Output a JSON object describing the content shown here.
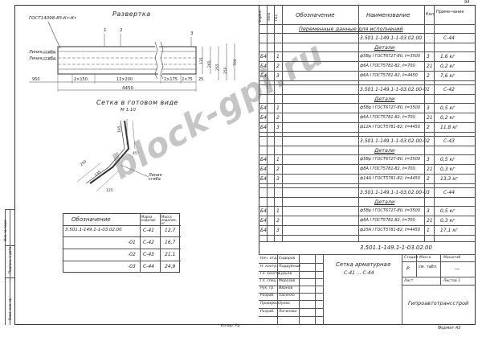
{
  "page_number": "94",
  "drawing_a": {
    "title": "Развертка",
    "standard": "ГОСТ14098-85-Кт-Кт",
    "weld_line_1": "Линия сгиба",
    "weld_line_2": "Линия сгиба",
    "markers": [
      "1",
      "2",
      "3"
    ],
    "dims_bottom": [
      "950",
      "2×150",
      "13×200",
      "2×175",
      "2×75",
      "25"
    ],
    "total_length": "4450",
    "dims_right": [
      "135",
      "265",
      "255",
      "250",
      "700"
    ]
  },
  "drawing_b": {
    "title": "Сетка в готовом виде",
    "scale": "М 1:10",
    "bend_line": "Линия сгиба",
    "dims": [
      "165",
      "45°",
      "235",
      "250",
      "125"
    ]
  },
  "mass_table": {
    "headers": [
      "Обозначение",
      "Марка изделия",
      "Масса изделия, кг"
    ],
    "rows": [
      {
        "designation": "3.501.1-149.1-1-03.02.00",
        "mark": "С-41",
        "mass": "12,7"
      },
      {
        "designation": "-01",
        "mark": "С-42",
        "mass": "16,7"
      },
      {
        "designation": "-02",
        "mark": "С-43",
        "mass": "21,1"
      },
      {
        "designation": "-03",
        "mark": "С-44",
        "mass": "24,9"
      }
    ]
  },
  "left_margin": {
    "labels": [
      "Инв. № подл.",
      "Подпись и дата",
      "Взам. инв. №"
    ]
  },
  "spec": {
    "headers": {
      "format": "Формат",
      "zone": "Зона",
      "pos": "Поз.",
      "designation": "Обозначение",
      "name": "Наименование",
      "qty": "Кол.",
      "note": "Приме-чание"
    },
    "section_title": "Переменные данные для исполнений",
    "groups": [
      {
        "designation": "3.501.1-149.1-1-03.02.00",
        "note": "С-44",
        "subtitle": "Детали",
        "items": [
          {
            "fmt": "Б4",
            "pos": "1",
            "name": "ф5Вр I ГОСТ6727-80, ℓ=3500",
            "qty": "3",
            "note": "1,6 кг"
          },
          {
            "fmt": "Б4",
            "pos": "2",
            "name": "ф6А I ГОСТ5781-82, ℓ=700",
            "qty": "21",
            "note": "0,2 кг"
          },
          {
            "fmt": "Б4",
            "pos": "3",
            "name": "ф6А I ГОСТ5781-82, ℓ=4450",
            "qty": "2",
            "note": "7,6 кг"
          }
        ]
      },
      {
        "designation": "3.501.1-149.1-1-03.02.00-01",
        "note": "С-42",
        "subtitle": "Детали",
        "items": [
          {
            "fmt": "Б4",
            "pos": "1",
            "name": "ф5Вр I ГОСТ6727-80, ℓ=3500",
            "qty": "3",
            "note": "0,5 кг"
          },
          {
            "fmt": "Б4",
            "pos": "2",
            "name": "ф6А I ГОСТ5781-82, ℓ=700",
            "qty": "21",
            "note": "0,2 кг"
          },
          {
            "fmt": "Б4",
            "pos": "3",
            "name": "ф12А I ГОСТ5781-82, ℓ=4450",
            "qty": "2",
            "note": "11,8 кг"
          }
        ]
      },
      {
        "designation": "3.501.1-149.1-1-03.02.00-02",
        "note": "С-43",
        "subtitle": "Детали",
        "items": [
          {
            "fmt": "Б4",
            "pos": "1",
            "name": "ф5Вр I ГОСТ6727-80, ℓ=3500",
            "qty": "3",
            "note": "0,5 кг"
          },
          {
            "fmt": "Б4",
            "pos": "2",
            "name": "ф8А I ГОСТ5781-82, ℓ=700",
            "qty": "21",
            "note": "0,3 кг"
          },
          {
            "fmt": "Б4",
            "pos": "3",
            "name": "ф14А I ГОСТ5781-82, ℓ=4450",
            "qty": "2",
            "note": "13,3 кг"
          }
        ]
      },
      {
        "designation": "3.501.1-149.1-1-03.02.00-03",
        "note": "С-44",
        "subtitle": "Детали",
        "items": [
          {
            "fmt": "Б4",
            "pos": "1",
            "name": "ф5Вр I ГОСТ6727-80, ℓ=3500",
            "qty": "3",
            "note": "0,5 кг"
          },
          {
            "fmt": "Б4",
            "pos": "2",
            "name": "ф8А I ГОСТ5781-82, ℓ=700",
            "qty": "21",
            "note": "0,3 кг"
          },
          {
            "fmt": "Б4",
            "pos": "3",
            "name": "ф25А I ГОСТ5781-82, ℓ=4450",
            "qty": "1",
            "note": "17,1 кг"
          }
        ]
      }
    ]
  },
  "title_block": {
    "doc_number": "3.501.1-149.1-1-03.02.00",
    "product_name_1": "Сетка арматурная",
    "product_name_2": "С-41 ... С-44",
    "stage_label": "Стадия",
    "mass_label": "Масса",
    "scale_label": "Масштаб",
    "stage_value": "Р",
    "mass_value": "см. табл.",
    "scale_value": "—",
    "sheet_label": "Лист",
    "sheets_label": "Листов 1",
    "organization": "Гипроавтотрансстрой",
    "roles": [
      {
        "role": "Нач. отд.",
        "name": "Сидоров"
      },
      {
        "role": "Н. контр.",
        "name": "Поддубный"
      },
      {
        "role": "Гл. констр.",
        "name": "Гурьев"
      },
      {
        "role": "Гл. спец.",
        "name": "Морозов"
      },
      {
        "role": "Рук. гр.",
        "name": "Иванов"
      },
      {
        "role": "Разраб.",
        "name": "Пасенко"
      },
      {
        "role": "Проверил",
        "name": "Зуева"
      },
      {
        "role": "Разраб.",
        "name": "Логинова"
      }
    ],
    "copied": "Копир. Рд",
    "format": "Формат А3"
  },
  "watermark": "block-gpi.ru"
}
